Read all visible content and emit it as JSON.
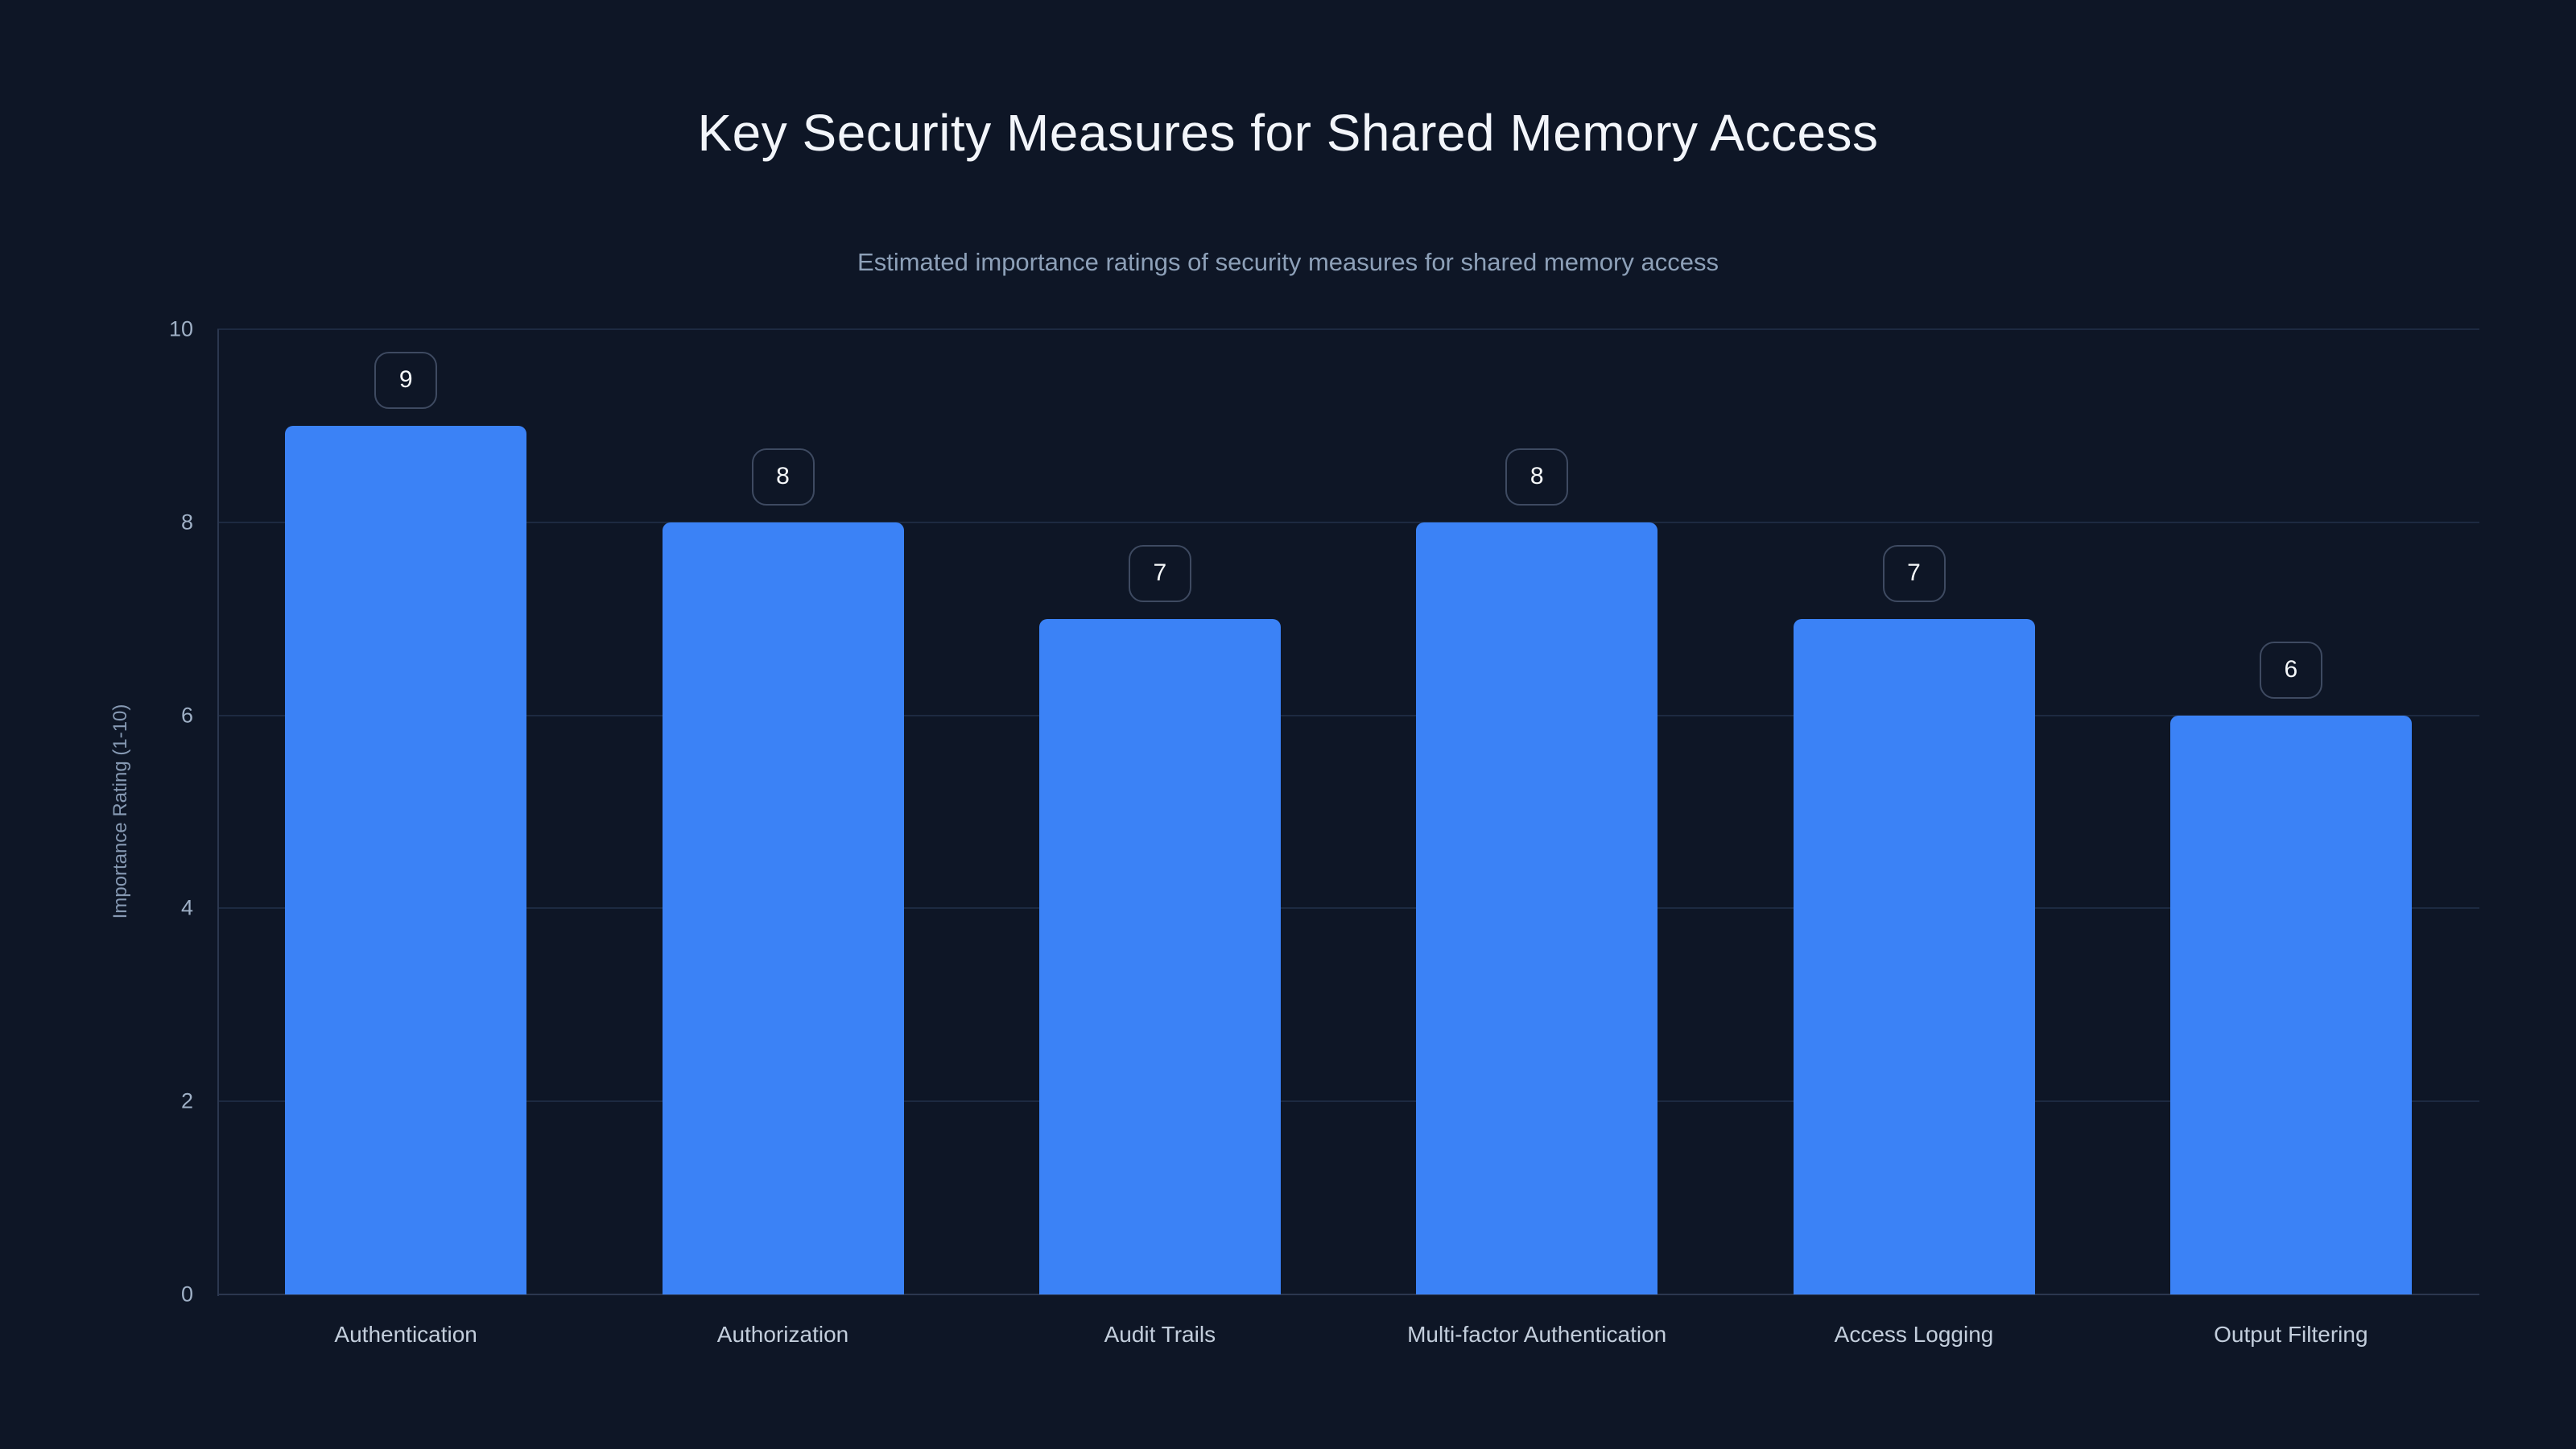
{
  "page": {
    "background_color": "#0e1626",
    "accent_color": "#3b82f6"
  },
  "header": {
    "title": "Key Security Measures for Shared Memory Access",
    "subtitle": "Estimated importance ratings of security measures for shared memory access"
  },
  "chart_data": {
    "type": "bar",
    "title": "Key Security Measures for Shared Memory Access",
    "subtitle": "Estimated importance ratings of security measures for shared memory access",
    "categories": [
      "Authentication",
      "Authorization",
      "Audit Trails",
      "Multi-factor Authentication",
      "Access Logging",
      "Output Filtering"
    ],
    "values": [
      9,
      8,
      7,
      8,
      7,
      6
    ],
    "value_labels": [
      "9",
      "8",
      "7",
      "8",
      "7",
      "6"
    ],
    "xlabel": "",
    "ylabel": "Importance Rating (1-10)",
    "ylim": [
      0,
      10
    ],
    "yticks": [
      0,
      2,
      4,
      6,
      8,
      10
    ],
    "grid": "horizontal gridlines on",
    "legend": "none",
    "bar_color": "#3b82f6",
    "value_label_style": "number in rounded outlined box above each bar",
    "tick_color": "#9fb0c6",
    "gridline_color": "#1d2a41",
    "axis_line_color": "#2b374f"
  }
}
